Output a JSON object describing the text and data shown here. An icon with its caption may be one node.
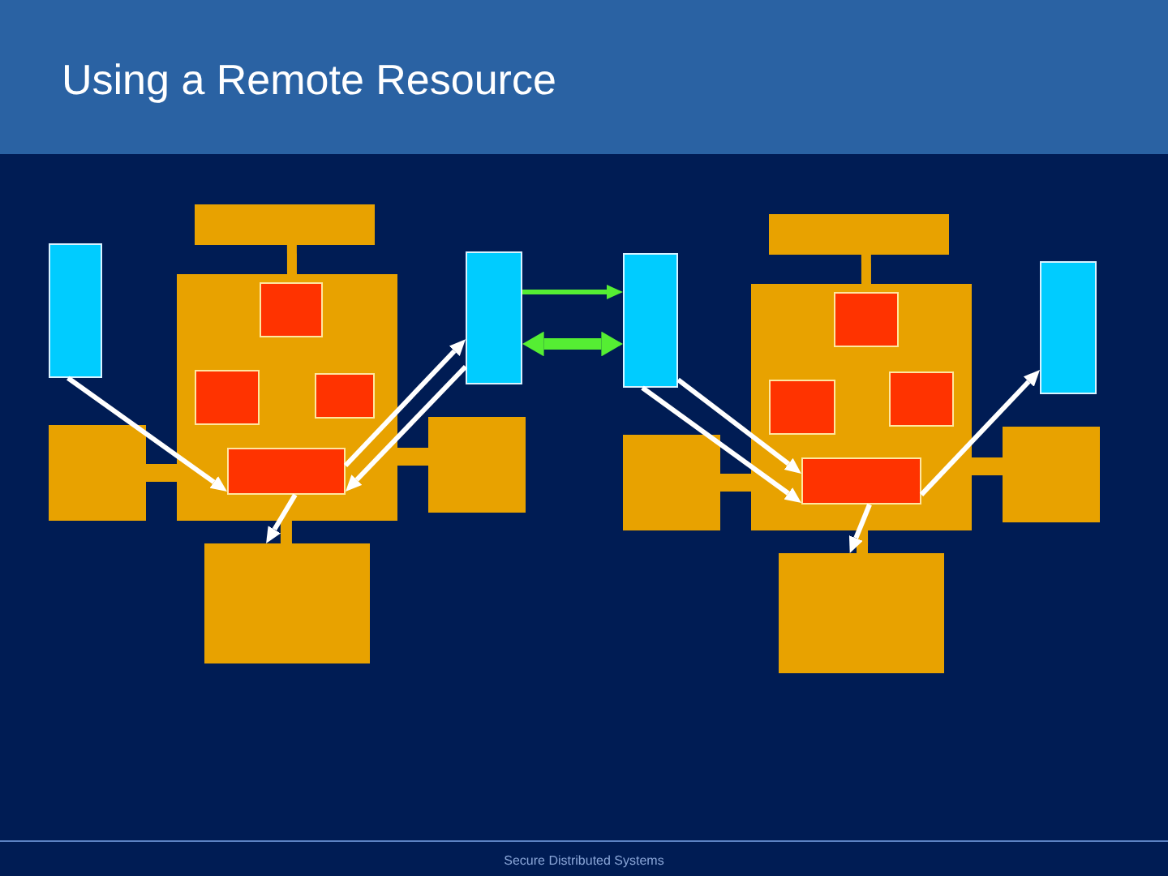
{
  "diagram": {
    "title": "Using a Remote Resource",
    "nodes": [
      {
        "text": [],
        "shape": "box"
      },
      {
        "text": [],
        "shape": "box"
      },
      {
        "text": [],
        "shape": "box"
      },
      {
        "text": [],
        "shape": "box",
        "in": 2
      },
      {
        "text": [],
        "shape": "box",
        "in": 2
      },
      {
        "text": [],
        "shape": "box",
        "in": 2
      },
      {
        "text": [],
        "shape": "box",
        "in": 2
      },
      {
        "text": [],
        "shape": "box"
      },
      {
        "text": [],
        "shape": "box"
      },
      {
        "text": [],
        "shape": "box"
      },
      {
        "text": [],
        "shape": "box"
      },
      {
        "text": [],
        "shape": "box"
      },
      {
        "text": [],
        "shape": "box"
      },
      {
        "text": [],
        "shape": "box"
      },
      {
        "text": [],
        "shape": "box",
        "in": 13
      },
      {
        "text": [],
        "shape": "box",
        "in": 13
      },
      {
        "text": [],
        "shape": "box",
        "in": 13
      },
      {
        "text": [],
        "shape": "box",
        "in": 13
      },
      {
        "text": [],
        "shape": "box"
      },
      {
        "text": [],
        "shape": "box"
      },
      {
        "text": [],
        "shape": "box"
      },
      {
        "text": [],
        "shape": "box"
      }
    ],
    "edges": [
      {
        "from": 1,
        "to": 2,
        "arrow": "none",
        "style": "thick",
        "color": "#e8a200"
      },
      {
        "from": 2,
        "to": 7,
        "arrow": "none",
        "style": "thick",
        "color": "#e8a200"
      },
      {
        "from": 2,
        "to": 8,
        "arrow": "none",
        "style": "thick",
        "color": "#e8a200"
      },
      {
        "from": 2,
        "to": 9,
        "arrow": "none",
        "style": "thick",
        "color": "#e8a200"
      },
      {
        "from": 0,
        "to": 6,
        "arrow": "to",
        "color": "#ffffff"
      },
      {
        "from": 6,
        "to": 10,
        "arrow": "to",
        "color": "#ffffff"
      },
      {
        "from": 10,
        "to": 6,
        "arrow": "to",
        "color": "#ffffff"
      },
      {
        "from": 6,
        "to": 9,
        "arrow": "to",
        "color": "#ffffff"
      },
      {
        "from": 10,
        "to": 11,
        "arrow": "to",
        "color": "#55ee33"
      },
      {
        "from": 10,
        "to": 11,
        "arrow": "both",
        "style": "thick",
        "color": "#55ee33"
      },
      {
        "from": 12,
        "to": 13,
        "arrow": "none",
        "style": "thick",
        "color": "#e8a200"
      },
      {
        "from": 13,
        "to": 18,
        "arrow": "none",
        "style": "thick",
        "color": "#e8a200"
      },
      {
        "from": 13,
        "to": 19,
        "arrow": "none",
        "style": "thick",
        "color": "#e8a200"
      },
      {
        "from": 13,
        "to": 20,
        "arrow": "none",
        "style": "thick",
        "color": "#e8a200"
      },
      {
        "from": 11,
        "to": 17,
        "arrow": "to",
        "color": "#ffffff"
      },
      {
        "from": 11,
        "to": 17,
        "arrow": "to",
        "color": "#ffffff"
      },
      {
        "from": 17,
        "to": 21,
        "arrow": "to",
        "color": "#ffffff"
      },
      {
        "from": 17,
        "to": 20,
        "arrow": "to",
        "color": "#ffffff"
      }
    ],
    "labels": [
      "Secure Distributed Systems"
    ]
  }
}
